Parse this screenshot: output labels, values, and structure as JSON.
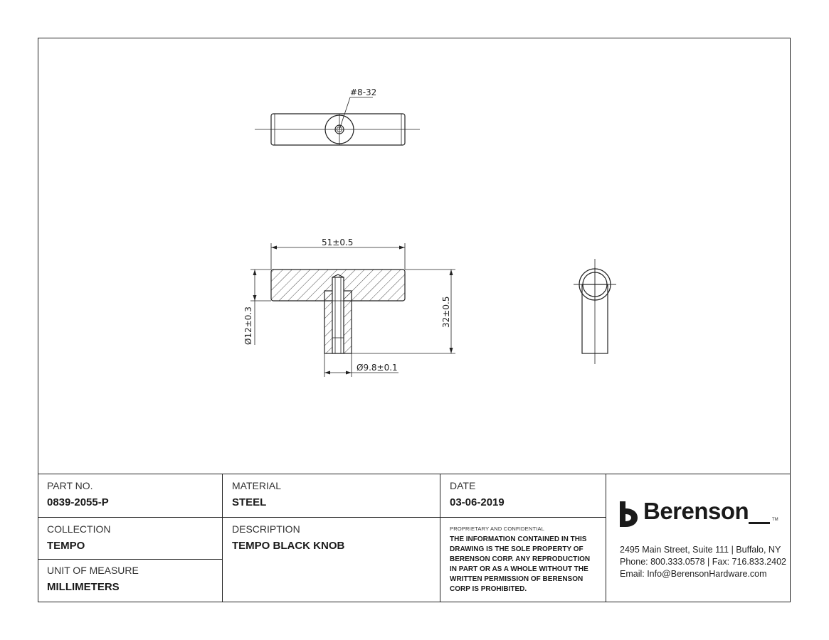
{
  "dimensions": {
    "thread": "#8-32",
    "length": "51±0.5",
    "diameter": "Ø12±0.3",
    "height": "32±0.5",
    "post_diameter": "Ø9.8±0.1"
  },
  "title_block": {
    "part_no_label": "PART NO.",
    "part_no": "0839-2055-P",
    "collection_label": "COLLECTION",
    "collection": "TEMPO",
    "unit_label": "UNIT OF MEASURE",
    "unit": "MILLIMETERS",
    "material_label": "MATERIAL",
    "material": "STEEL",
    "description_label": "DESCRIPTION",
    "description": "TEMPO BLACK KNOB",
    "date_label": "DATE",
    "date": "03-06-2019",
    "proprietary_heading": "PROPRIETARY AND CONFIDENTIAL",
    "proprietary_text": "THE INFORMATION CONTAINED IN THIS\nDRAWING IS THE SOLE PROPERTY OF\nBERENSON CORP. ANY REPRODUCTION\nIN PART OR AS A WHOLE WITHOUT THE\nWRITTEN PERMISSION OF BERENSON\nCORP IS PROHIBITED."
  },
  "company": {
    "name": "Berenson",
    "trademark": "TM",
    "address": "2495 Main Street, Suite 111 | Buffalo, NY",
    "phone_fax": "Phone: 800.333.0578 | Fax: 716.833.2402",
    "email": "Email: Info@BerensonHardware.com"
  },
  "colors": {
    "ink": "#1a1a1a",
    "paper": "#ffffff"
  }
}
